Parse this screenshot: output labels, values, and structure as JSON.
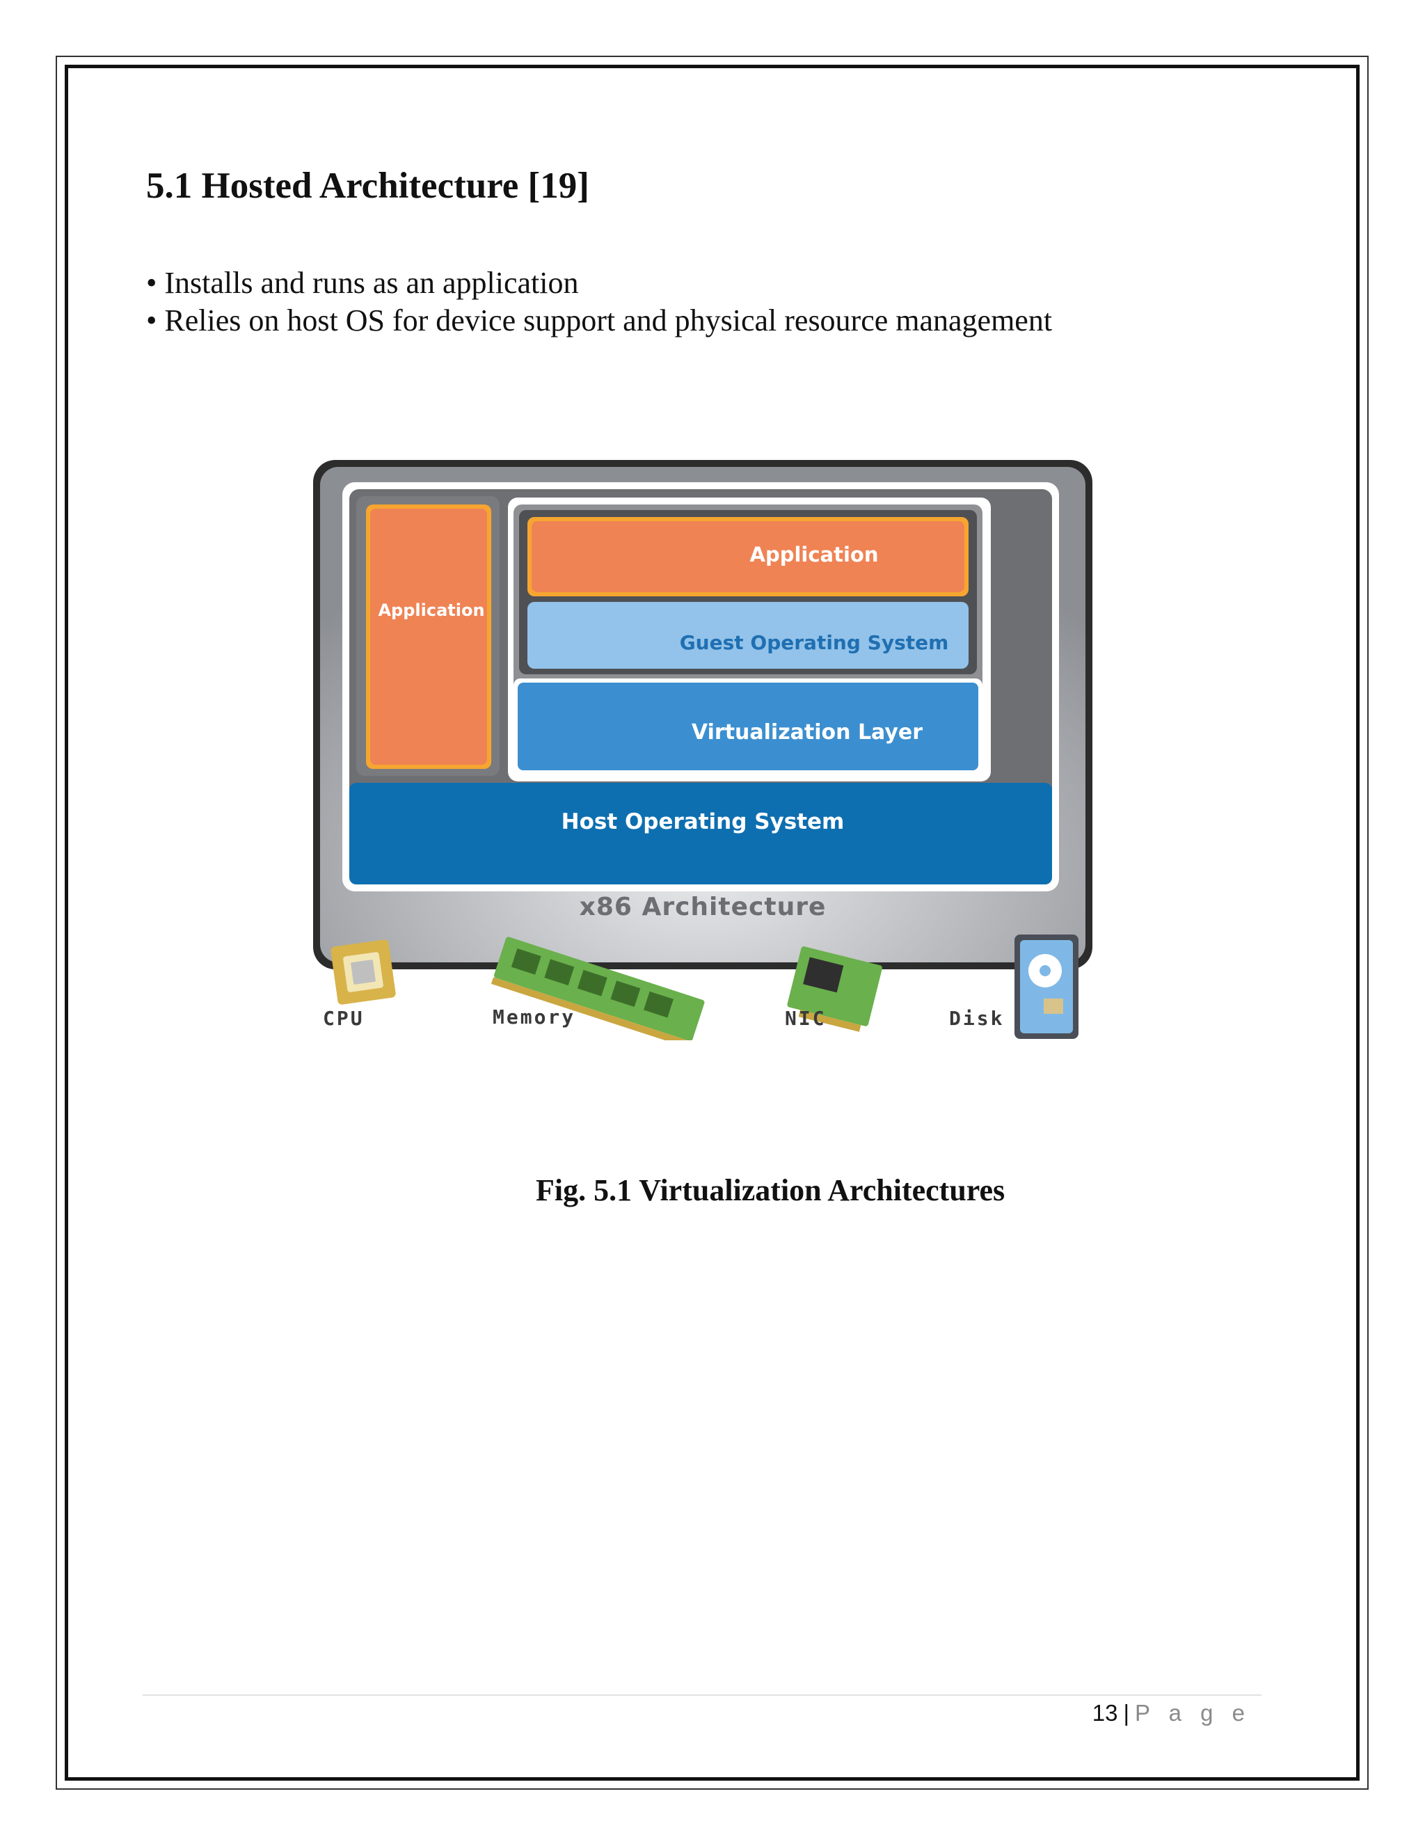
{
  "section": {
    "title": "5.1 Hosted Architecture [19]",
    "bullets": [
      "Installs and runs as an application",
      "Relies on host OS for device support and physical resource management"
    ]
  },
  "diagram": {
    "app_left": "Application",
    "app_guest": "Application",
    "guest_os": "Guest Operating System",
    "virt_layer": "Virtualization Layer",
    "host_os": "Host Operating System",
    "hardware": "x86 Architecture",
    "hw_cpu": "CPU",
    "hw_memory": "Memory",
    "hw_nic": "NIC",
    "hw_disk": "Disk",
    "colors": {
      "orange": "#ef8354",
      "guest_blue": "#93c3ea",
      "virt_blue": "#3b8fd0",
      "host_blue": "#0d6fb0",
      "frame": "#2c2c2c"
    }
  },
  "caption": "Fig. 5.1 Virtualization Architectures",
  "footer": {
    "page_number": "13",
    "separator": "|",
    "page_word": "P a g e"
  }
}
